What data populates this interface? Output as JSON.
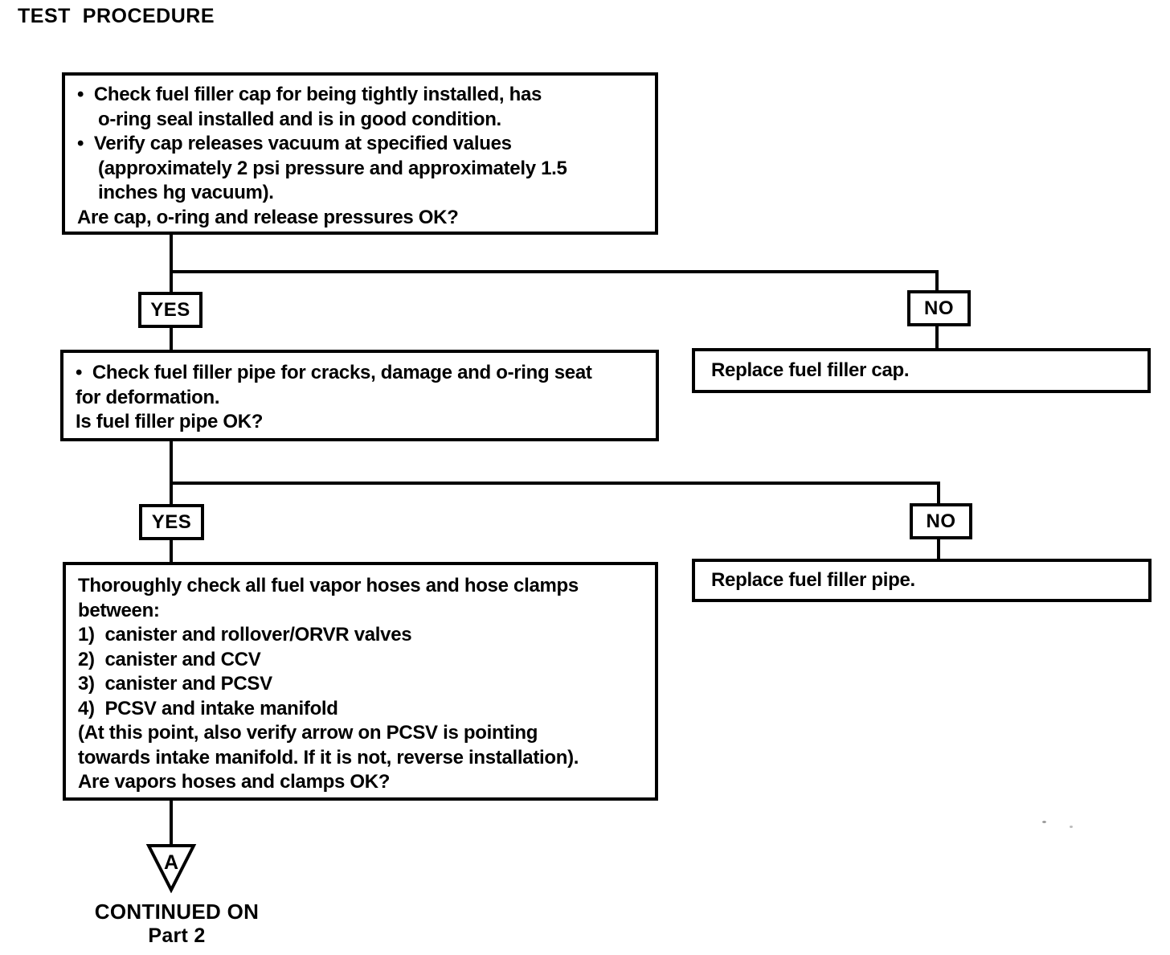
{
  "page": {
    "title": "TEST  PROCEDURE"
  },
  "colors": {
    "ink": "#000000",
    "paper": "#ffffff"
  },
  "flowchart": {
    "step1": {
      "lines": [
        {
          "c": "bullet",
          "t": "•  Check fuel filler cap for being tightly installed, has"
        },
        {
          "c": "cont",
          "t": "o-ring seal installed and is in good condition."
        },
        {
          "c": "bullet",
          "t": "•  Verify cap releases vacuum at specified values"
        },
        {
          "c": "cont",
          "t": "(approximately 2 psi pressure and approximately 1.5"
        },
        {
          "c": "cont",
          "t": "inches hg vacuum)."
        },
        {
          "c": "flush",
          "t": "Are cap, o-ring and release pressures OK?"
        }
      ]
    },
    "branch1": {
      "yes": "YES",
      "no": "NO",
      "no_action": "Replace fuel filler cap."
    },
    "step2": {
      "lines": [
        {
          "c": "bullet",
          "t": "•  Check fuel filler pipe for cracks, damage and o-ring seat"
        },
        {
          "c": "flush",
          "t": "for deformation."
        },
        {
          "c": "flush",
          "t": "Is fuel filler pipe OK?"
        }
      ]
    },
    "branch2": {
      "yes": "YES",
      "no": "NO",
      "no_action": "Replace fuel filler pipe."
    },
    "step3": {
      "lines": [
        {
          "c": "flush",
          "t": "Thoroughly check all fuel vapor hoses and hose clamps"
        },
        {
          "c": "flush",
          "t": "between:"
        },
        {
          "c": "flush",
          "t": "1)  canister and rollover/ORVR valves"
        },
        {
          "c": "flush",
          "t": "2)  canister and CCV"
        },
        {
          "c": "flush",
          "t": "3)  canister and PCSV"
        },
        {
          "c": "flush",
          "t": "4)  PCSV and intake manifold"
        },
        {
          "c": "flush",
          "t": "(At this point, also verify arrow on PCSV is pointing"
        },
        {
          "c": "flush",
          "t": "towards intake manifold. If it is not, reverse installation)."
        },
        {
          "c": "flush",
          "t": "Are vapors hoses and clamps OK?"
        }
      ]
    },
    "offpage_connector": {
      "label": "A",
      "caption_line1": "CONTINUED ON",
      "caption_line2": "Part 2"
    }
  }
}
